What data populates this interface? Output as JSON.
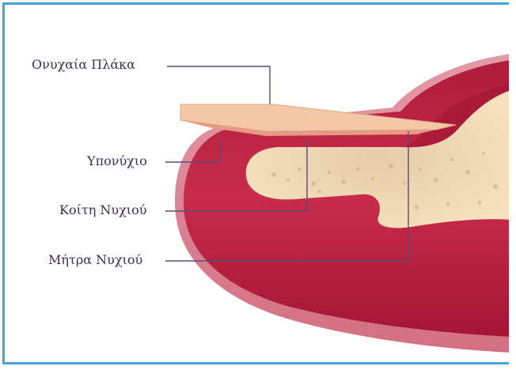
{
  "labels": {
    "nail_plate": "Ονυχαία Πλάκα",
    "hyponychium": "Υπονύχιο",
    "nail_bed": "Κοίτη Νυχιού",
    "nail_matrix": "Μήτρα Νυχιού"
  },
  "colors": {
    "frame_border": "#4aa3d8",
    "tissue_dark": "#9c1230",
    "tissue_mid": "#c22a4a",
    "tissue_light": "#e08092",
    "bone": "#f4dcb2",
    "bone_speckle": "#c9a98a",
    "nail_plate": "#f2c8a6",
    "leader_line": "#5a4a7c"
  }
}
